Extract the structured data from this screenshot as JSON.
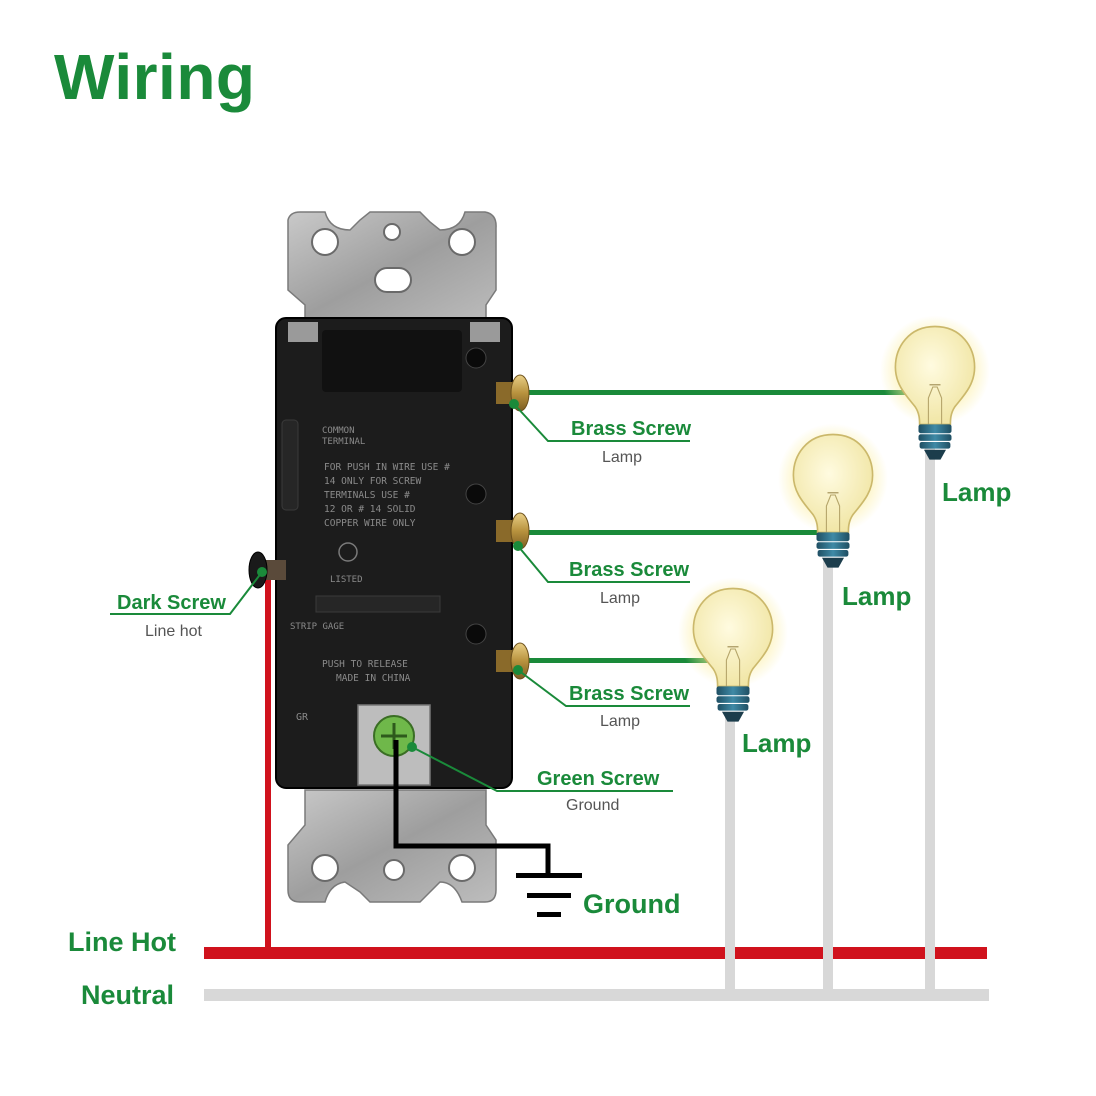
{
  "title": "Wiring",
  "colors": {
    "accent": "#1a8a3a",
    "line_hot": "#d0121d",
    "neutral": "#d8d8d8",
    "ground": "#000000",
    "sub_text": "#555555"
  },
  "labels": {
    "brass_screw_1": {
      "name": "Brass Screw",
      "sub": "Lamp"
    },
    "brass_screw_2": {
      "name": "Brass Screw",
      "sub": "Lamp"
    },
    "brass_screw_3": {
      "name": "Brass Screw",
      "sub": "Lamp"
    },
    "dark_screw": {
      "name": "Dark Screw",
      "sub": "Line hot"
    },
    "green_screw": {
      "name": "Green Screw",
      "sub": "Ground"
    }
  },
  "lamps": [
    "Lamp",
    "Lamp",
    "Lamp"
  ],
  "ground_label": "Ground",
  "buses": {
    "line_hot": "Line Hot",
    "neutral": "Neutral"
  },
  "device_text": {
    "common_terminal": [
      "COMMON",
      "TERMINAL"
    ],
    "push_in": [
      "FOR PUSH IN WIRE USE #",
      "14 ONLY FOR SCREW",
      "TERMINALS USE #",
      "12 OR # 14 SOLID",
      "COPPER WIRE ONLY"
    ],
    "listed": "LISTED",
    "strip_gage": "STRIP GAGE",
    "push_release": [
      "PUSH TO RELEASE",
      "MADE IN CHINA"
    ],
    "gr": "GR"
  }
}
